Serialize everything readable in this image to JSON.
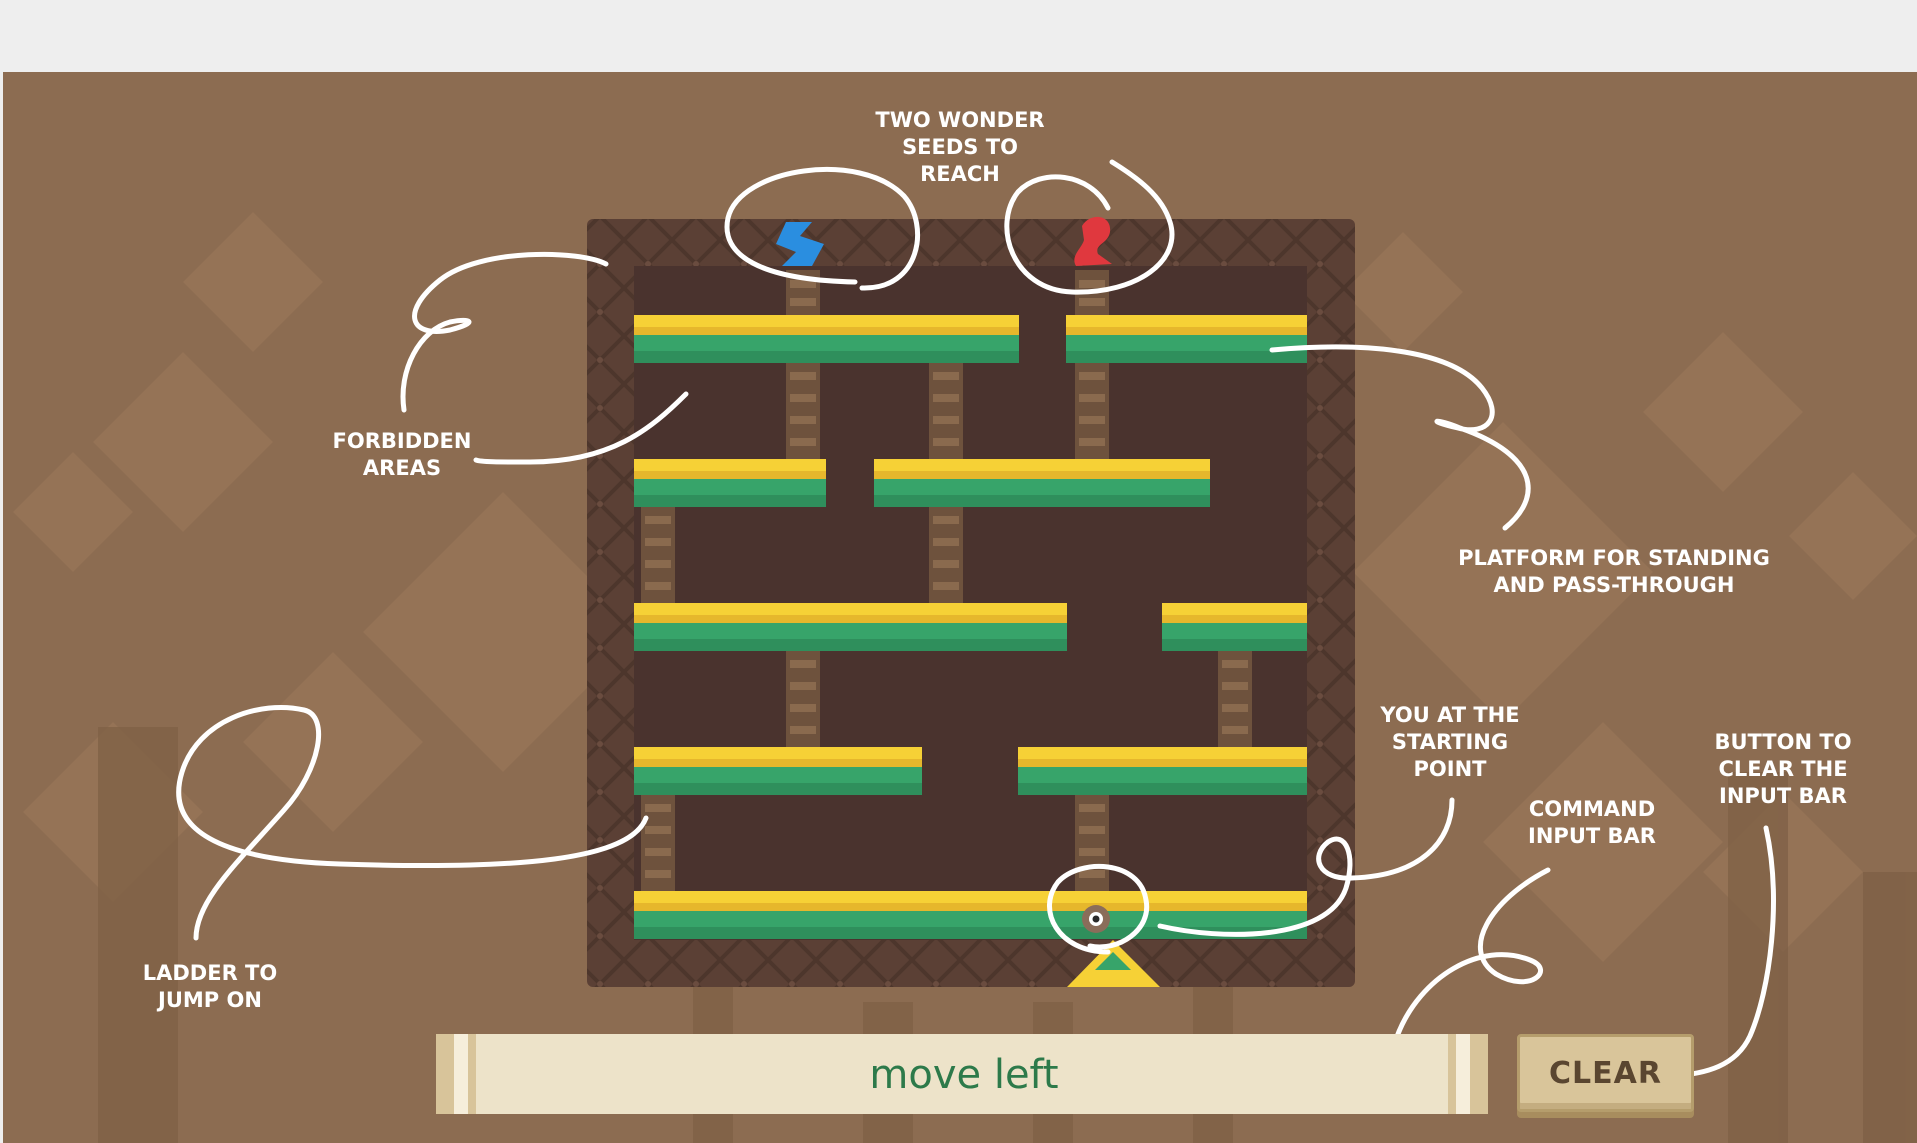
{
  "command_bar": {
    "value": "move left",
    "clear_label": "CLEAR"
  },
  "annotations": {
    "seeds": "TWO WONDER\nSEEDS TO\nREACH",
    "forbidden": "FORBIDDEN\nAREAS",
    "platform": "PLATFORM FOR STANDING\nAND PASS-THROUGH",
    "ladder": "LADDER TO\nJUMP ON",
    "player": "YOU AT THE\nSTARTING\nPOINT",
    "command": "COMMAND\nINPUT BAR",
    "button": "BUTTON TO\nCLEAR THE\nINPUT BAR"
  },
  "colors": {
    "background": "#8c6c51",
    "wall": "#5b4035",
    "interior": "#4a332e",
    "grass": "#37a46a",
    "grass_top": "#f6d136",
    "ladder": "#8a6a4e",
    "seed_blue": "#2a8ee0",
    "seed_red": "#e0383e",
    "annotation": "#ffffff"
  }
}
